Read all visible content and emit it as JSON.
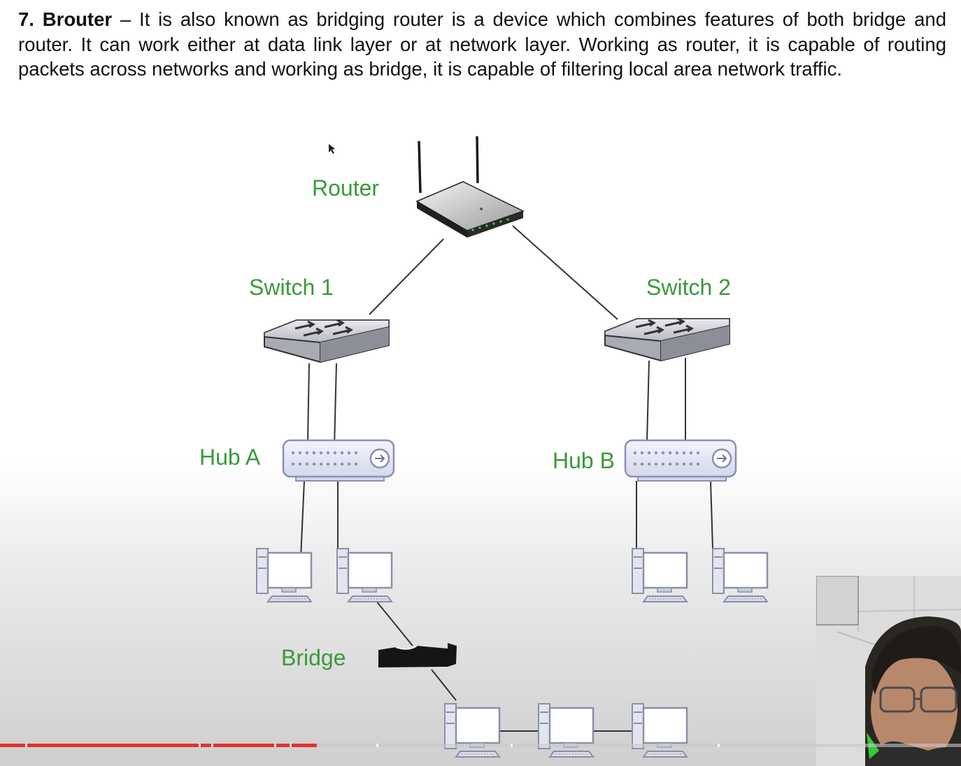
{
  "paragraph": {
    "heading": "7. Brouter",
    "body": " – It is also known as bridging router is a device which combines features of both bridge and router. It can work either at data link layer or at network layer. Working as router, it is capable of routing packets across networks and working as bridge, it is capable of filtering local area network traffic."
  },
  "diagram": {
    "router_label": "Router",
    "switch1_label": "Switch 1",
    "switch2_label": "Switch 2",
    "hubA_label": "Hub A",
    "hubB_label": "Hub B",
    "bridge_label": "Bridge",
    "label_color": "#3a9a3a"
  },
  "video": {
    "progress_fraction": 0.33,
    "played_color": "#e8322a"
  }
}
